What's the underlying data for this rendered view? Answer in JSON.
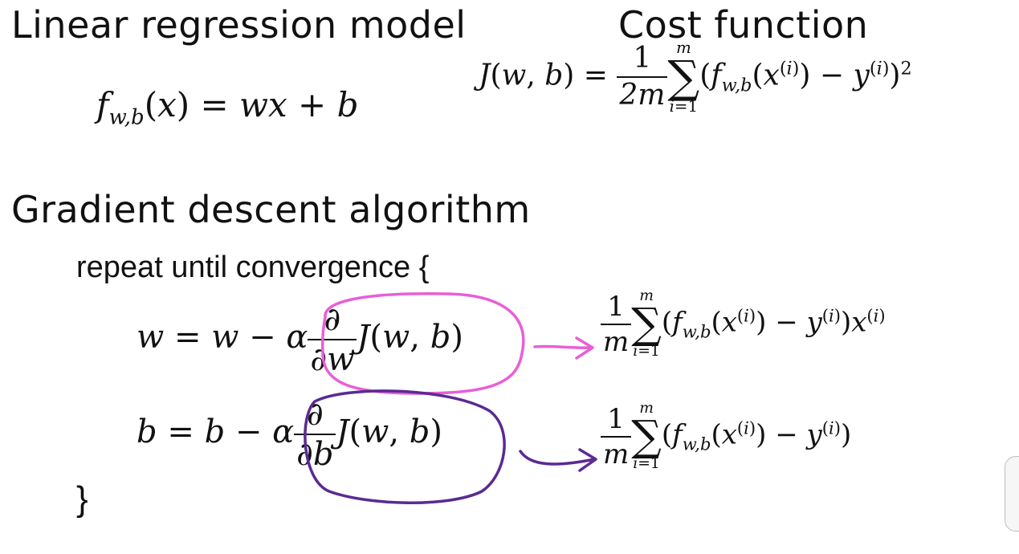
{
  "headings": {
    "linear_model": "Linear regression model",
    "cost_function": "Cost function",
    "gradient_descent": "Gradient descent algorithm"
  },
  "loop": {
    "open": "repeat until convergence {",
    "close": "}"
  },
  "annotations": {
    "pink_color": "#e85fd6",
    "purple_color": "#5b2a92"
  }
}
